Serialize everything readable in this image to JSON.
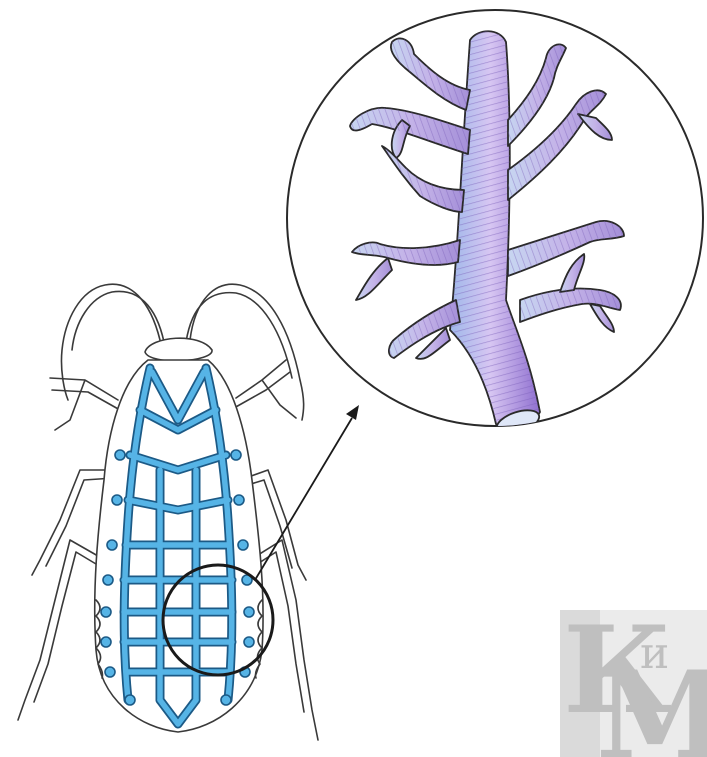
{
  "figure": {
    "subject": "cockroach-tracheal-system",
    "colors": {
      "background": "#ffffff",
      "outline": "#3a3a3a",
      "trachea_fill": "#56b4e6",
      "trachea_edge": "#1c5a86",
      "branch_fill_light": "#c9b8ea",
      "branch_fill_dark": "#9a7fd2",
      "branch_stripe": "#7a5fb8",
      "magnifier_ring": "#2a2a2a",
      "watermark": "#bdbdbd"
    },
    "callout": {
      "shape": "circle",
      "arrow": "from-abdomen-to-magnified-view"
    },
    "watermark": {
      "letters": "КиМ"
    }
  }
}
